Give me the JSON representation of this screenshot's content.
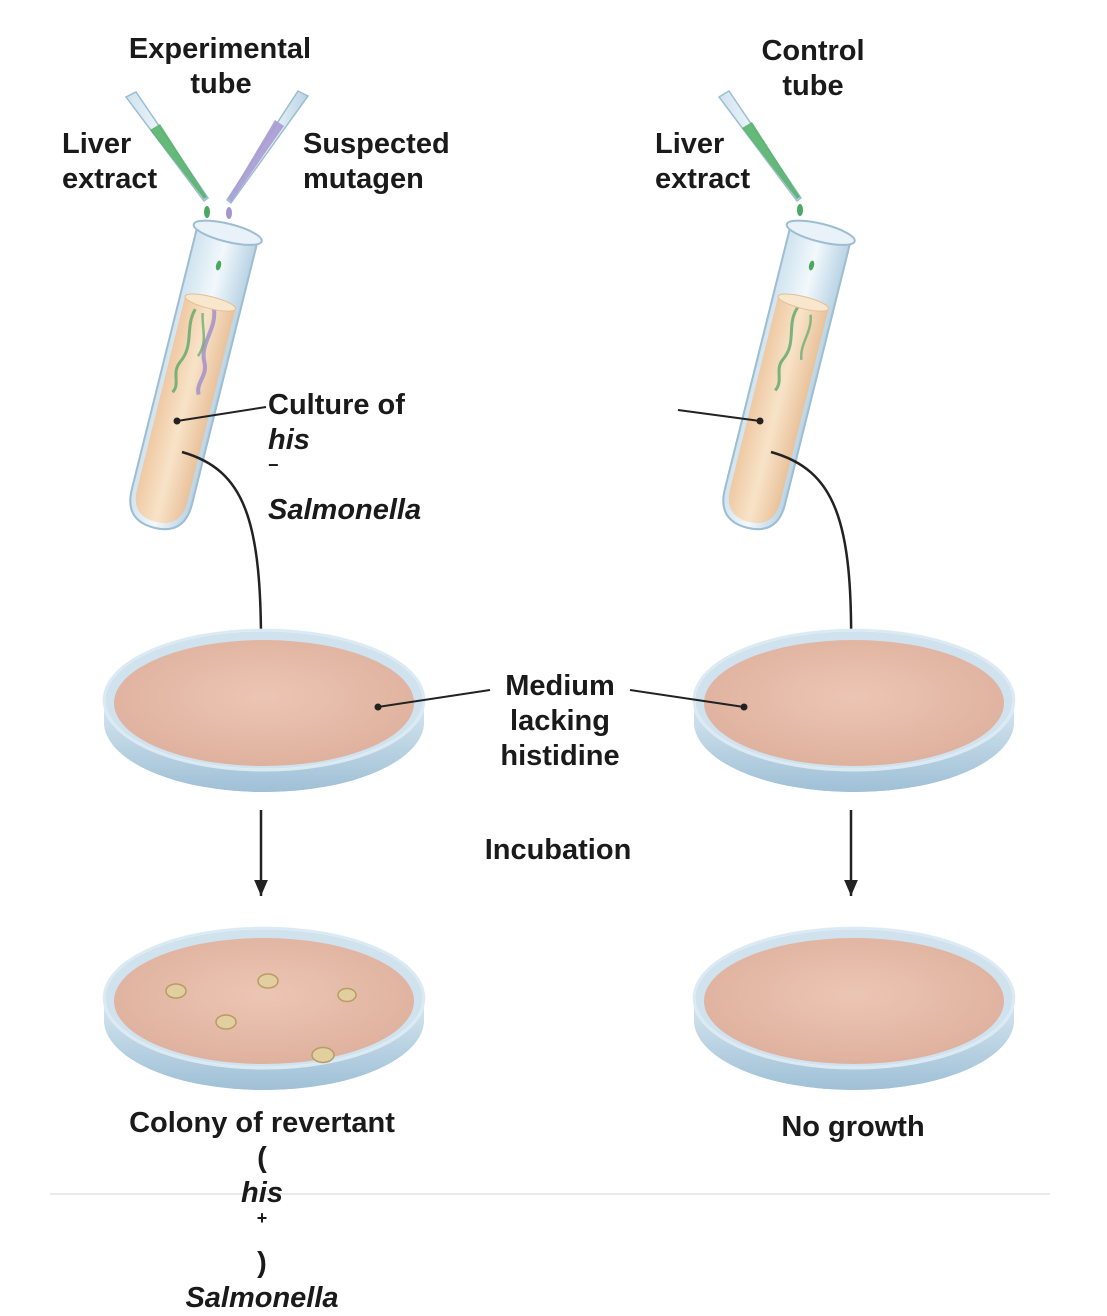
{
  "labels": {
    "experimental_tube": [
      "Experimental",
      "tube"
    ],
    "control_tube": [
      "Control",
      "tube"
    ],
    "liver_extract_left": [
      "Liver",
      "extract"
    ],
    "liver_extract_right": [
      "Liver",
      "extract"
    ],
    "suspected_mutagen": [
      "Suspected",
      "mutagen"
    ],
    "culture": {
      "prefix": "Culture of ",
      "gene": "his",
      "sign": "−",
      "organism": " Salmonella"
    },
    "medium": [
      "Medium",
      "lacking",
      "histidine"
    ],
    "incubation": "Incubation",
    "colony": {
      "line1": "Colony of revertant",
      "open": "(",
      "gene": "his",
      "sign": "+",
      "close": ")",
      "organism": " Salmonella"
    },
    "no_growth": "No growth"
  },
  "colors": {
    "culture_liquid": "#f3d6b4",
    "liver_extract": "#4aa860",
    "mutagen": "#a494cf",
    "agar": "#e8bca9",
    "dish_glass": "#bcd7e8",
    "colony": "#e2cfa0",
    "arrow": "#222222"
  }
}
